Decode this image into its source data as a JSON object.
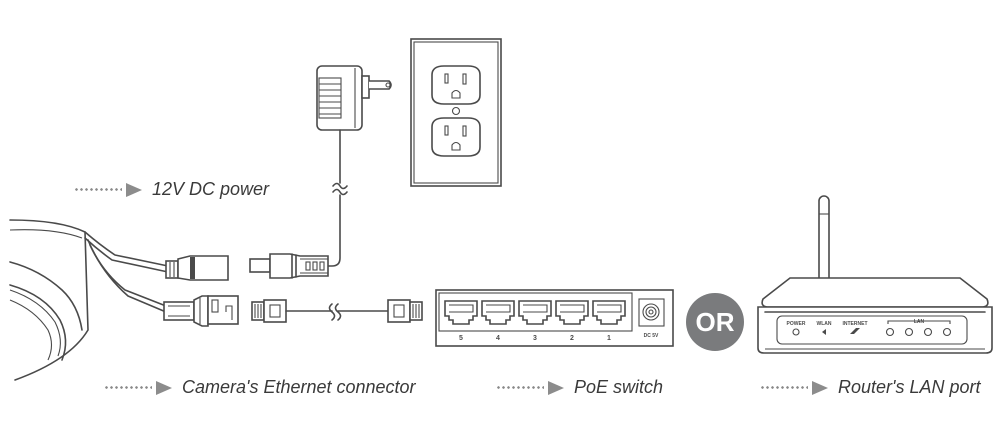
{
  "captions": {
    "dc_power": "12V DC power",
    "camera_ethernet": "Camera's Ethernet connector",
    "poe_switch": "PoE switch",
    "router_lan": "Router's LAN port"
  },
  "or_badge": "OR",
  "switch": {
    "ports": [
      "5",
      "4",
      "3",
      "2",
      "1"
    ],
    "dc_label": "DC 5V"
  },
  "router": {
    "indicators": [
      "POWER",
      "WLAN",
      "INTERNET"
    ],
    "lan_label": "LAN"
  },
  "colors": {
    "line": "#4a4a4a",
    "arrow": "#8c8c8c",
    "badge": "#7a7b7d"
  }
}
